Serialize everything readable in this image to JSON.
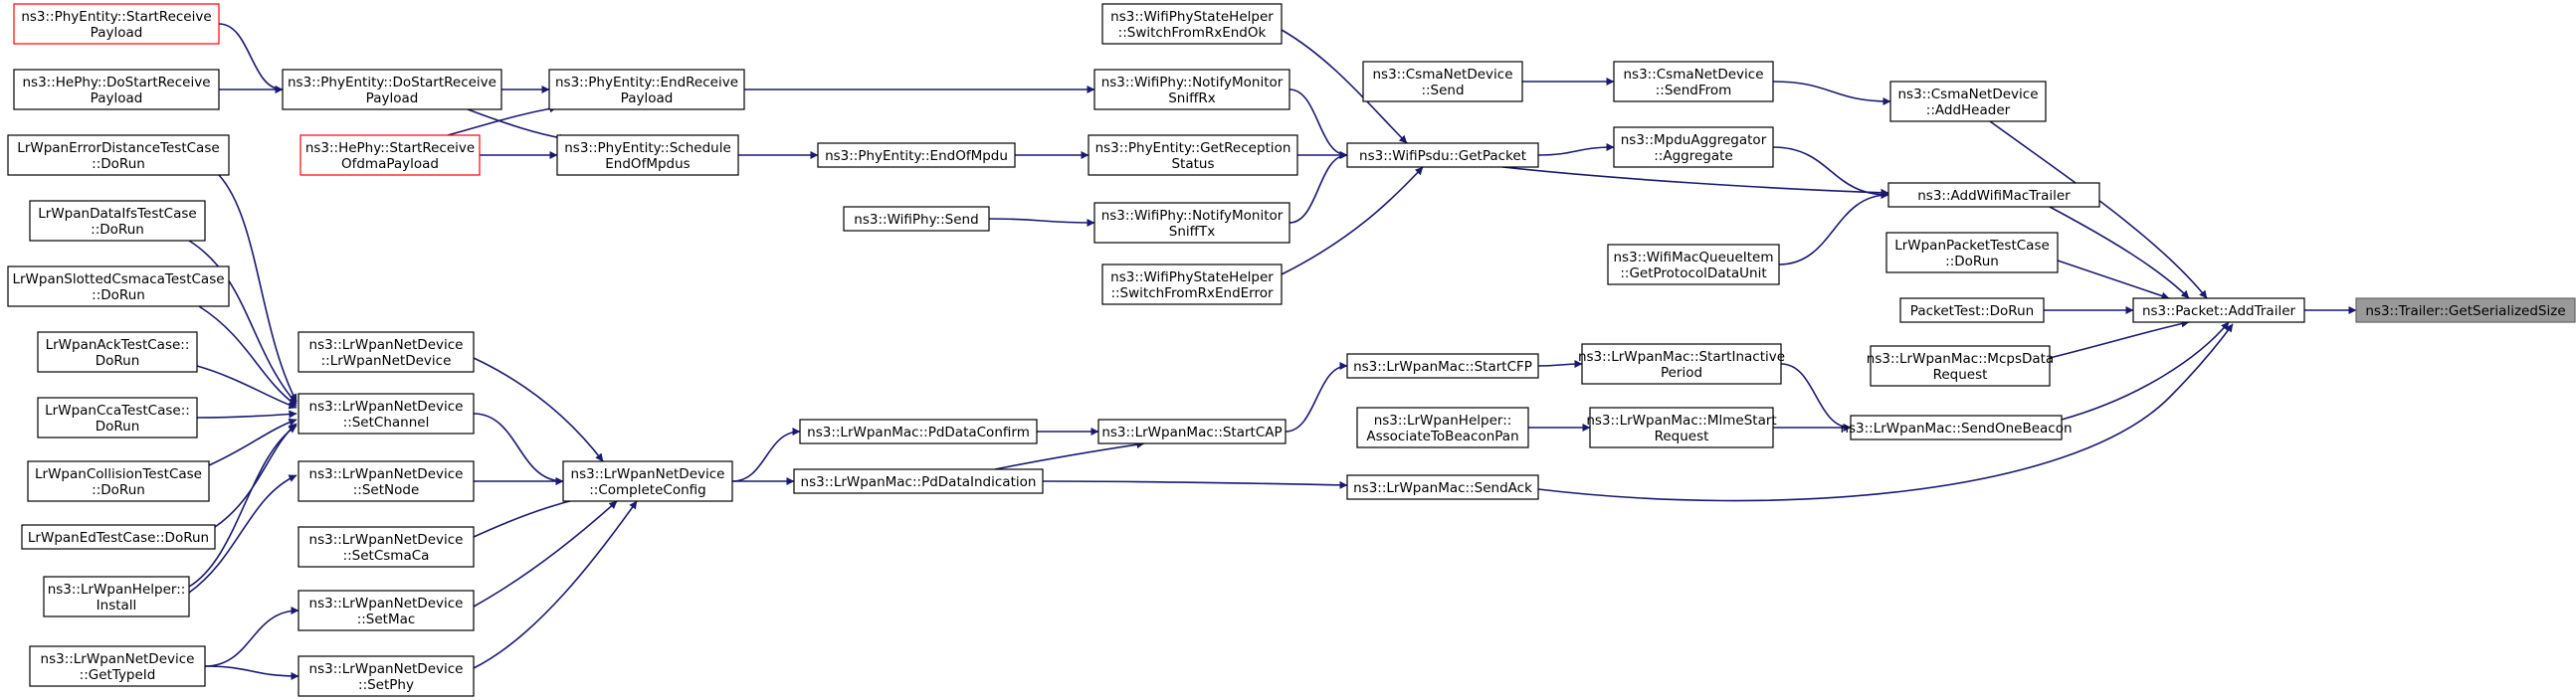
{
  "graph": {
    "nodes": [
      {
        "id": "trailer_getserializedsize",
        "lines": [
          "ns3::Trailer::GetSerializedSize"
        ],
        "style": "focus"
      },
      {
        "id": "packet_addtrailer",
        "lines": [
          "ns3::Packet::AddTrailer"
        ],
        "style": "normal"
      },
      {
        "id": "csma_addheader",
        "lines": [
          "ns3::CsmaNetDevice",
          "::AddHeader"
        ],
        "style": "normal"
      },
      {
        "id": "addwifimactrailer",
        "lines": [
          "ns3::AddWifiMacTrailer"
        ],
        "style": "normal"
      },
      {
        "id": "lrwpanpackettest_dorun",
        "lines": [
          "LrWpanPacketTestCase",
          "::DoRun"
        ],
        "style": "normal"
      },
      {
        "id": "packettest_dorun",
        "lines": [
          "PacketTest::DoRun"
        ],
        "style": "normal"
      },
      {
        "id": "mcpsdatarequest",
        "lines": [
          "ns3::LrWpanMac::McpsData",
          "Request"
        ],
        "style": "normal"
      },
      {
        "id": "sendonebeacon",
        "lines": [
          "ns3::LrWpanMac::SendOneBeacon"
        ],
        "style": "normal"
      },
      {
        "id": "csma_sendfrom",
        "lines": [
          "ns3::CsmaNetDevice",
          "::SendFrom"
        ],
        "style": "normal"
      },
      {
        "id": "csma_send",
        "lines": [
          "ns3::CsmaNetDevice",
          "::Send"
        ],
        "style": "normal"
      },
      {
        "id": "mpdu_aggregate",
        "lines": [
          "ns3::MpduAggregator",
          "::Aggregate"
        ],
        "style": "normal"
      },
      {
        "id": "queueitem_getpdu",
        "lines": [
          "ns3::WifiMacQueueItem",
          "::GetProtocolDataUnit"
        ],
        "style": "normal"
      },
      {
        "id": "startinactiveperiod",
        "lines": [
          "ns3::LrWpanMac::StartInactive",
          "Period"
        ],
        "style": "normal"
      },
      {
        "id": "mlmestartrequest",
        "lines": [
          "ns3::LrWpanMac::MlmeStart",
          "Request"
        ],
        "style": "normal"
      },
      {
        "id": "associatetobeaconpan",
        "lines": [
          "ns3::LrWpanHelper::",
          "AssociateToBeaconPan"
        ],
        "style": "normal"
      },
      {
        "id": "wifipsdu_getpacket",
        "lines": [
          "ns3::WifiPsdu::GetPacket"
        ],
        "style": "normal"
      },
      {
        "id": "startcfp",
        "lines": [
          "ns3::LrWpanMac::StartCFP"
        ],
        "style": "normal"
      },
      {
        "id": "sendack",
        "lines": [
          "ns3::LrWpanMac::SendAck"
        ],
        "style": "normal"
      },
      {
        "id": "switchfromrxendok",
        "lines": [
          "ns3::WifiPhyStateHelper",
          "::SwitchFromRxEndOk"
        ],
        "style": "normal"
      },
      {
        "id": "notifymonitorsniffrx",
        "lines": [
          "ns3::WifiPhy::NotifyMonitor",
          "SniffRx"
        ],
        "style": "normal"
      },
      {
        "id": "getreceptionstatus",
        "lines": [
          "ns3::PhyEntity::GetReception",
          "Status"
        ],
        "style": "normal"
      },
      {
        "id": "notifymonitorsnifftx",
        "lines": [
          "ns3::WifiPhy::NotifyMonitor",
          "SniffTx"
        ],
        "style": "normal"
      },
      {
        "id": "switchfromrxenderror",
        "lines": [
          "ns3::WifiPhyStateHelper",
          "::SwitchFromRxEndError"
        ],
        "style": "normal"
      },
      {
        "id": "startcap",
        "lines": [
          "ns3::LrWpanMac::StartCAP"
        ],
        "style": "normal"
      },
      {
        "id": "endofmpdu",
        "lines": [
          "ns3::PhyEntity::EndOfMpdu"
        ],
        "style": "normal"
      },
      {
        "id": "wifiphy_send",
        "lines": [
          "ns3::WifiPhy::Send"
        ],
        "style": "normal"
      },
      {
        "id": "pddataconfirm",
        "lines": [
          "ns3::LrWpanMac::PdDataConfirm"
        ],
        "style": "normal"
      },
      {
        "id": "pddataindication",
        "lines": [
          "ns3::LrWpanMac::PdDataIndication"
        ],
        "style": "normal"
      },
      {
        "id": "endreceivepayload",
        "lines": [
          "ns3::PhyEntity::EndReceive",
          "Payload"
        ],
        "style": "normal"
      },
      {
        "id": "scheduleendofmpdus",
        "lines": [
          "ns3::PhyEntity::Schedule",
          "EndOfMpdus"
        ],
        "style": "normal"
      },
      {
        "id": "completeconfig",
        "lines": [
          "ns3::LrWpanNetDevice",
          "::CompleteConfig"
        ],
        "style": "normal"
      },
      {
        "id": "dostartreceivepayload",
        "lines": [
          "ns3::PhyEntity::DoStartReceive",
          "Payload"
        ],
        "style": "normal"
      },
      {
        "id": "hephy_startreceiveofdma",
        "lines": [
          "ns3::HePhy::StartReceive",
          "OfdmaPayload"
        ],
        "style": "red"
      },
      {
        "id": "lrwpannetdevice_ctor",
        "lines": [
          "ns3::LrWpanNetDevice",
          "::LrWpanNetDevice"
        ],
        "style": "normal"
      },
      {
        "id": "setchannel",
        "lines": [
          "ns3::LrWpanNetDevice",
          "::SetChannel"
        ],
        "style": "normal"
      },
      {
        "id": "setnode",
        "lines": [
          "ns3::LrWpanNetDevice",
          "::SetNode"
        ],
        "style": "normal"
      },
      {
        "id": "setcsmaca",
        "lines": [
          "ns3::LrWpanNetDevice",
          "::SetCsmaCa"
        ],
        "style": "normal"
      },
      {
        "id": "setmac",
        "lines": [
          "ns3::LrWpanNetDevice",
          "::SetMac"
        ],
        "style": "normal"
      },
      {
        "id": "setphy",
        "lines": [
          "ns3::LrWpanNetDevice",
          "::SetPhy"
        ],
        "style": "normal"
      },
      {
        "id": "phyentity_startreceivepayload",
        "lines": [
          "ns3::PhyEntity::StartReceive",
          "Payload"
        ],
        "style": "red"
      },
      {
        "id": "hephy_dostartreceivepayload",
        "lines": [
          "ns3::HePhy::DoStartReceive",
          "Payload"
        ],
        "style": "normal"
      },
      {
        "id": "errordistance_dorun",
        "lines": [
          "LrWpanErrorDistanceTestCase",
          "::DoRun"
        ],
        "style": "normal"
      },
      {
        "id": "dataifs_dorun",
        "lines": [
          "LrWpanDataIfsTestCase",
          "::DoRun"
        ],
        "style": "normal"
      },
      {
        "id": "slottedcsmaca_dorun",
        "lines": [
          "LrWpanSlottedCsmacaTestCase",
          "::DoRun"
        ],
        "style": "normal"
      },
      {
        "id": "ack_dorun",
        "lines": [
          "LrWpanAckTestCase::",
          "DoRun"
        ],
        "style": "normal"
      },
      {
        "id": "cca_dorun",
        "lines": [
          "LrWpanCcaTestCase::",
          "DoRun"
        ],
        "style": "normal"
      },
      {
        "id": "collision_dorun",
        "lines": [
          "LrWpanCollisionTestCase",
          "::DoRun"
        ],
        "style": "normal"
      },
      {
        "id": "ed_dorun",
        "lines": [
          "LrWpanEdTestCase::DoRun"
        ],
        "style": "normal"
      },
      {
        "id": "helper_install",
        "lines": [
          "ns3::LrWpanHelper::",
          "Install"
        ],
        "style": "normal"
      },
      {
        "id": "gettypeid",
        "lines": [
          "ns3::LrWpanNetDevice",
          "::GetTypeId"
        ],
        "style": "normal"
      }
    ],
    "edges": [
      [
        "packet_addtrailer",
        "trailer_getserializedsize"
      ],
      [
        "csma_addheader",
        "packet_addtrailer"
      ],
      [
        "addwifimactrailer",
        "packet_addtrailer"
      ],
      [
        "lrwpanpackettest_dorun",
        "packet_addtrailer"
      ],
      [
        "packettest_dorun",
        "packet_addtrailer"
      ],
      [
        "mcpsdatarequest",
        "packet_addtrailer"
      ],
      [
        "sendonebeacon",
        "packet_addtrailer"
      ],
      [
        "sendack",
        "packet_addtrailer"
      ],
      [
        "csma_sendfrom",
        "csma_addheader"
      ],
      [
        "csma_send",
        "csma_sendfrom"
      ],
      [
        "mpdu_aggregate",
        "addwifimactrailer"
      ],
      [
        "wifipsdu_getpacket",
        "addwifimactrailer"
      ],
      [
        "queueitem_getpdu",
        "addwifimactrailer"
      ],
      [
        "wifipsdu_getpacket",
        "mpdu_aggregate"
      ],
      [
        "switchfromrxendok",
        "wifipsdu_getpacket"
      ],
      [
        "notifymonitorsniffrx",
        "wifipsdu_getpacket"
      ],
      [
        "getreceptionstatus",
        "wifipsdu_getpacket"
      ],
      [
        "notifymonitorsnifftx",
        "wifipsdu_getpacket"
      ],
      [
        "switchfromrxenderror",
        "wifipsdu_getpacket"
      ],
      [
        "endreceivepayload",
        "notifymonitorsniffrx"
      ],
      [
        "endofmpdu",
        "getreceptionstatus"
      ],
      [
        "wifiphy_send",
        "notifymonitorsnifftx"
      ],
      [
        "scheduleendofmpdus",
        "endofmpdu"
      ],
      [
        "dostartreceivepayload",
        "endreceivepayload"
      ],
      [
        "dostartreceivepayload",
        "scheduleendofmpdus"
      ],
      [
        "hephy_startreceiveofdma",
        "endreceivepayload"
      ],
      [
        "hephy_startreceiveofdma",
        "scheduleendofmpdus"
      ],
      [
        "phyentity_startreceivepayload",
        "dostartreceivepayload"
      ],
      [
        "hephy_dostartreceivepayload",
        "dostartreceivepayload"
      ],
      [
        "startinactiveperiod",
        "sendonebeacon"
      ],
      [
        "mlmestartrequest",
        "sendonebeacon"
      ],
      [
        "associatetobeaconpan",
        "mlmestartrequest"
      ],
      [
        "startcfp",
        "startinactiveperiod"
      ],
      [
        "startcap",
        "startcfp"
      ],
      [
        "pddataconfirm",
        "startcap"
      ],
      [
        "pddataindication",
        "startcap"
      ],
      [
        "pddataindication",
        "sendack"
      ],
      [
        "completeconfig",
        "pddataconfirm"
      ],
      [
        "completeconfig",
        "pddataindication"
      ],
      [
        "lrwpannetdevice_ctor",
        "completeconfig"
      ],
      [
        "setchannel",
        "completeconfig"
      ],
      [
        "setnode",
        "completeconfig"
      ],
      [
        "setcsmaca",
        "completeconfig"
      ],
      [
        "setmac",
        "completeconfig"
      ],
      [
        "setphy",
        "completeconfig"
      ],
      [
        "errordistance_dorun",
        "setchannel"
      ],
      [
        "dataifs_dorun",
        "setchannel"
      ],
      [
        "slottedcsmaca_dorun",
        "setchannel"
      ],
      [
        "ack_dorun",
        "setchannel"
      ],
      [
        "cca_dorun",
        "setchannel"
      ],
      [
        "collision_dorun",
        "setchannel"
      ],
      [
        "ed_dorun",
        "setchannel"
      ],
      [
        "helper_install",
        "setchannel"
      ],
      [
        "helper_install",
        "setnode"
      ],
      [
        "gettypeid",
        "setmac"
      ],
      [
        "gettypeid",
        "setphy"
      ]
    ]
  }
}
